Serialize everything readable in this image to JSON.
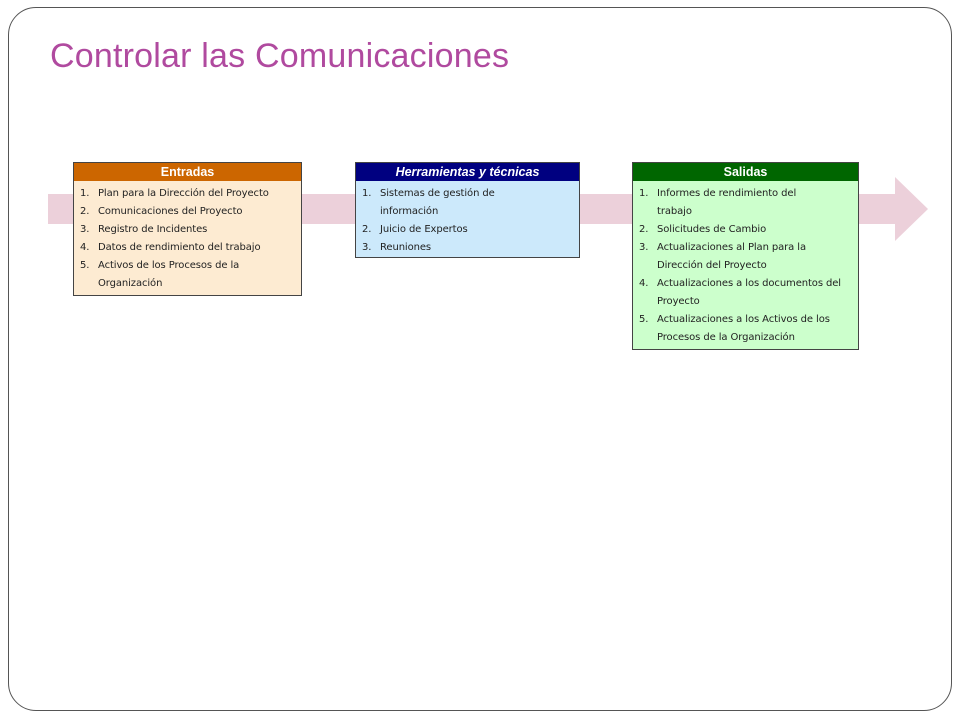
{
  "title": "Controlar las Comunicaciones",
  "colors": {
    "title": "#b04a9f",
    "arrow": "#ecd0da",
    "inputs_header": "#cc6600",
    "inputs_body": "#fdebd2",
    "tools_header": "#000080",
    "tools_body": "#cce9fb",
    "outputs_header": "#006600",
    "outputs_body": "#ccffcc"
  },
  "inputs": {
    "header": "Entradas",
    "items": [
      {
        "num": "1.",
        "text": "Plan para la Dirección del Proyecto"
      },
      {
        "num": "2.",
        "text": "Comunicaciones del Proyecto"
      },
      {
        "num": "3.",
        "text": "Registro de Incidentes"
      },
      {
        "num": "4.",
        "text": "Datos de rendimiento del trabajo"
      },
      {
        "num": "5.",
        "text": "Activos de los Procesos de la Organización"
      }
    ]
  },
  "tools": {
    "header": "Herramientas y técnicas",
    "items": [
      {
        "num": "1.",
        "text": "Sistemas de gestión de información"
      },
      {
        "num": "2.",
        "text": "Juicio de Expertos"
      },
      {
        "num": "3.",
        "text": "Reuniones"
      }
    ]
  },
  "outputs": {
    "header": "Salidas",
    "items": [
      {
        "num": "1.",
        "text": "Informes de rendimiento del trabajo"
      },
      {
        "num": "2.",
        "text": "Solicitudes de Cambio"
      },
      {
        "num": "3.",
        "text": "Actualizaciones al Plan para la Dirección del Proyecto"
      },
      {
        "num": "4.",
        "text": "Actualizaciones a los documentos del Proyecto"
      },
      {
        "num": "5.",
        "text": "Actualizaciones a los Activos de los Procesos de la Organización"
      }
    ]
  }
}
